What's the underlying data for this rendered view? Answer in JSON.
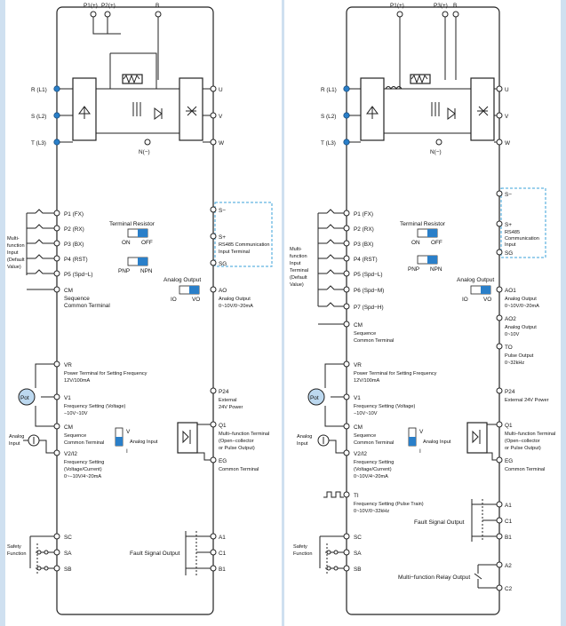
{
  "left": {
    "top_terminals": [
      "P1(+)",
      "P2(+)",
      "B"
    ],
    "power_in": [
      "R (L1)",
      "S (L2)",
      "T (L3)"
    ],
    "power_out": [
      "U",
      "V",
      "W"
    ],
    "neg": "N(−)",
    "mf_group_label": [
      "Multi-",
      "function",
      "Input",
      "(Default",
      "Value)"
    ],
    "inputs": [
      "P1 (FX)",
      "P2 (RX)",
      "P3 (BX)",
      "P4 (RST)",
      "P5 (Spd−L)"
    ],
    "cm1": "CM",
    "cm1_desc": [
      "Sequence",
      "Common Terminal"
    ],
    "terminal_resistor": "Terminal Resistor",
    "on": "ON",
    "off": "OFF",
    "pnp": "PNP",
    "npn": "NPN",
    "comm": {
      "s_minus": "S−",
      "s_plus": "S+",
      "desc": [
        "RS485 Communication",
        "Input Terminal"
      ],
      "sg": "SG"
    },
    "analog_output": "Analog Output",
    "io": "IO",
    "vo": "VO",
    "ao": "AO",
    "ao_desc": [
      "Analog Output",
      "0~10V/0~20mA"
    ],
    "vr": "VR",
    "vr_desc": [
      "Power Terminal for Setting Frequency",
      "12V/100mA"
    ],
    "pot": "Pot",
    "v1": "V1",
    "v1_desc": [
      "Frequency Setting (Voltage)",
      "−10V~10V"
    ],
    "analog_input_side": [
      "Analog",
      "Input"
    ],
    "cm2": "CM",
    "cm2_desc": [
      "Sequence",
      "Common Terminal"
    ],
    "v_sw": "V",
    "i_sw": "I",
    "analog_input": "Analog Input",
    "v2i2": "V2/I2",
    "v2i2_desc": [
      "Frequency Setting",
      "(Voltage/Current)",
      "0~−10V/4~20mA"
    ],
    "p24": "P24",
    "p24_desc": [
      "External",
      "24V Power"
    ],
    "q1": "Q1",
    "q1_desc": [
      "Multi−function Terminal",
      "(Open−collector",
      "or Pulse Output)"
    ],
    "eg": "EG",
    "eg_desc": [
      "Common Terminal"
    ],
    "safety": [
      "Safety",
      "Function"
    ],
    "sc": "SC",
    "sa": "SA",
    "sb": "SB",
    "fault": "Fault Signal Output",
    "a1": "A1",
    "c1": "C1",
    "b1": "B1"
  },
  "right": {
    "top_terminals": [
      "P1(+)",
      "P3(+)",
      "B"
    ],
    "power_in": [
      "R (L1)",
      "S (L2)",
      "T (L3)"
    ],
    "power_out": [
      "U",
      "V",
      "W"
    ],
    "neg": "N(−)",
    "mf_group_label": [
      "Multi-",
      "function",
      "Input",
      "Terminal",
      "(Default",
      "Value)"
    ],
    "inputs": [
      "P1 (FX)",
      "P2 (RX)",
      "P3 (BX)",
      "P4 (RST)",
      "P5 (Spd−L)",
      "P6 (Spd−M)",
      "P7 (Spd−H)"
    ],
    "cm1": "CM",
    "cm1_desc": [
      "Sequence",
      "Common Terminal"
    ],
    "terminal_resistor": "Terminal Resistor",
    "on": "ON",
    "off": "OFF",
    "pnp": "PNP",
    "npn": "NPN",
    "comm": {
      "s_minus": "S−",
      "s_plus": "S+",
      "desc": [
        "RS485",
        "Communication",
        "Input"
      ],
      "sg": "SG"
    },
    "analog_output": "Analog Output",
    "io": "IO",
    "vo": "VO",
    "ao1": "AO1",
    "ao1_desc": [
      "Analog Output",
      "0~10V/0~20mA"
    ],
    "ao2": "AO2",
    "ao2_desc": [
      "Analog Output",
      "0~10V"
    ],
    "to": "TO",
    "to_desc": [
      "Pulse Output",
      "0~32kHz"
    ],
    "vr": "VR",
    "vr_desc": [
      "Power Terminal for Setting Frequency",
      "12V/100mA"
    ],
    "pot": "Pot",
    "v1": "V1",
    "v1_desc": [
      "Frequency Setting (Voltage)",
      "−10V~10V"
    ],
    "analog_input_side": [
      "Analog",
      "Input"
    ],
    "cm2": "CM",
    "cm2_desc": [
      "Sequence",
      "Common Terminal"
    ],
    "v_sw": "V",
    "i_sw": "I",
    "analog_input": "Analog Input",
    "v2i2": "V2/I2",
    "v2i2_desc": [
      "Frequency Setting",
      "(Voltage/Current)",
      "0~10V/4~20mA"
    ],
    "p24": "P24",
    "p24_desc": [
      "External 24V Power"
    ],
    "q1": "Q1",
    "q1_desc": [
      "Multi−function Terminal",
      "(Open−collector",
      "or Pulse Output)"
    ],
    "eg": "EG",
    "eg_desc": [
      "Common Terminal"
    ],
    "ti": "TI",
    "ti_desc": [
      "Frequency Setting (Pulse Train)",
      "0~10V/0~32kHz"
    ],
    "safety": [
      "Safety",
      "Function"
    ],
    "sc": "SC",
    "sa": "SA",
    "sb": "SB",
    "fault": "Fault Signal Output",
    "a1": "A1",
    "c1": "C1",
    "b1": "B1",
    "relay": "Multi−function Relay Output",
    "a2": "A2",
    "c2": "C2"
  }
}
